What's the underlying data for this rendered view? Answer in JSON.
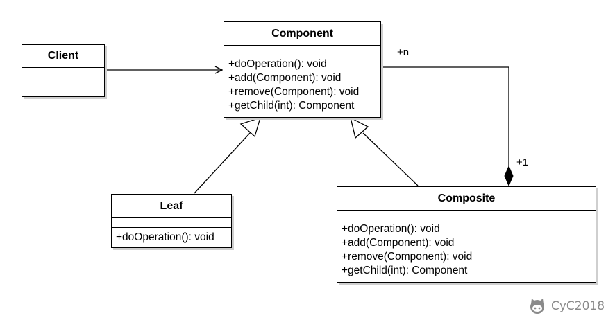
{
  "classes": {
    "client": {
      "name": "Client",
      "operations": []
    },
    "component": {
      "name": "Component",
      "operations": [
        "+doOperation(): void",
        "+add(Component): void",
        "+remove(Component): void",
        "+getChild(int): Component"
      ]
    },
    "leaf": {
      "name": "Leaf",
      "operations": [
        "+doOperation(): void"
      ]
    },
    "composite": {
      "name": "Composite",
      "operations": [
        "+doOperation(): void",
        "+add(Component): void",
        "+remove(Component): void",
        "+getChild(int): Component"
      ]
    }
  },
  "relations": {
    "client_to_component": "association",
    "leaf_to_component": "generalization",
    "composite_to_component": "generalization",
    "composite_children": {
      "type": "composition",
      "component_end": "+n",
      "composite_end": "+1"
    }
  },
  "watermark": {
    "icon": "octocat-icon",
    "text": "CyC2018"
  },
  "colors": {
    "line": "#000000",
    "shadow": "#cfcfcf",
    "watermark": "#8a8a8a"
  }
}
